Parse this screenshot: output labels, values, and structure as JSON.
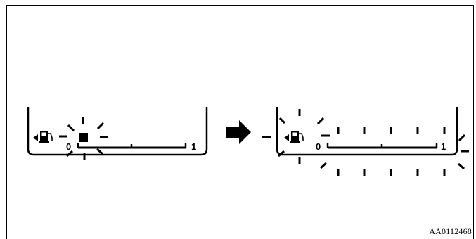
{
  "left_display": {
    "scale_min_label": "0",
    "scale_max_label": "1",
    "fuel_level_fraction": 0
  },
  "right_display": {
    "scale_min_label": "0",
    "scale_max_label": "1",
    "fuel_level_fraction": 0
  },
  "figure_code": "AA0112468"
}
